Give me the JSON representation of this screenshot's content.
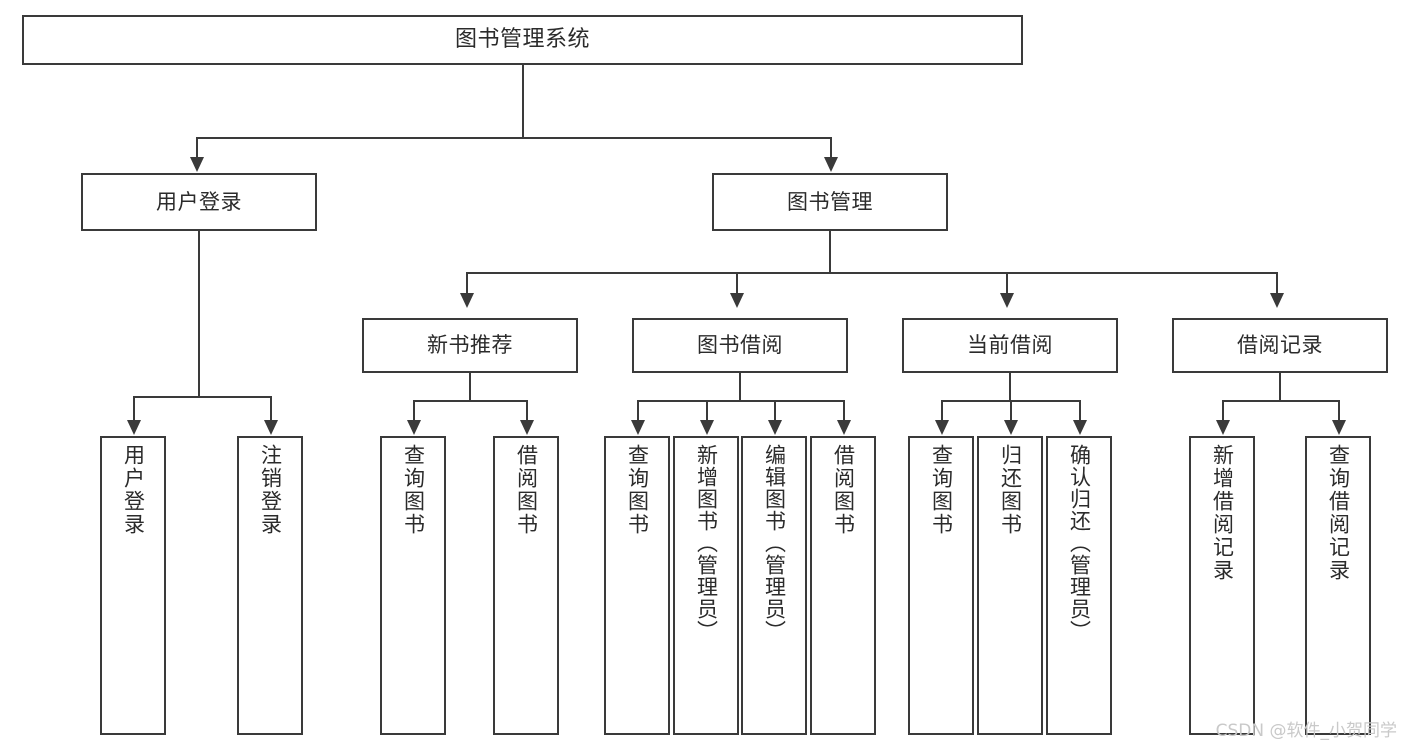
{
  "diagram": {
    "title": "图书管理系统",
    "type": "tree-functional-structure",
    "root": {
      "label": "图书管理系统"
    },
    "level1": [
      {
        "label": "用户登录"
      },
      {
        "label": "图书管理"
      }
    ],
    "level2": [
      {
        "label": "新书推荐"
      },
      {
        "label": "图书借阅"
      },
      {
        "label": "当前借阅"
      },
      {
        "label": "借阅记录"
      }
    ],
    "leaves": {
      "user_login": [
        {
          "label": "用户登录"
        },
        {
          "label": "注销登录"
        }
      ],
      "new_book_recommend": [
        {
          "label": "查询图书"
        },
        {
          "label": "借阅图书"
        }
      ],
      "book_borrow": [
        {
          "label": "查询图书"
        },
        {
          "label": "新增图书（管理员）"
        },
        {
          "label": "编辑图书（管理员）"
        },
        {
          "label": "借阅图书"
        }
      ],
      "current_borrow": [
        {
          "label": "查询图书"
        },
        {
          "label": "归还图书"
        },
        {
          "label": "确认归还（管理员）"
        }
      ],
      "borrow_record": [
        {
          "label": "新增借阅记录"
        },
        {
          "label": "查询借阅记录"
        }
      ]
    }
  },
  "watermark": {
    "text": "CSDN @软件_小贺同学"
  },
  "colors": {
    "border": "#3a3a3a",
    "text": "#2b2b2b",
    "background": "#ffffff",
    "watermark": "#c9c9c9"
  }
}
